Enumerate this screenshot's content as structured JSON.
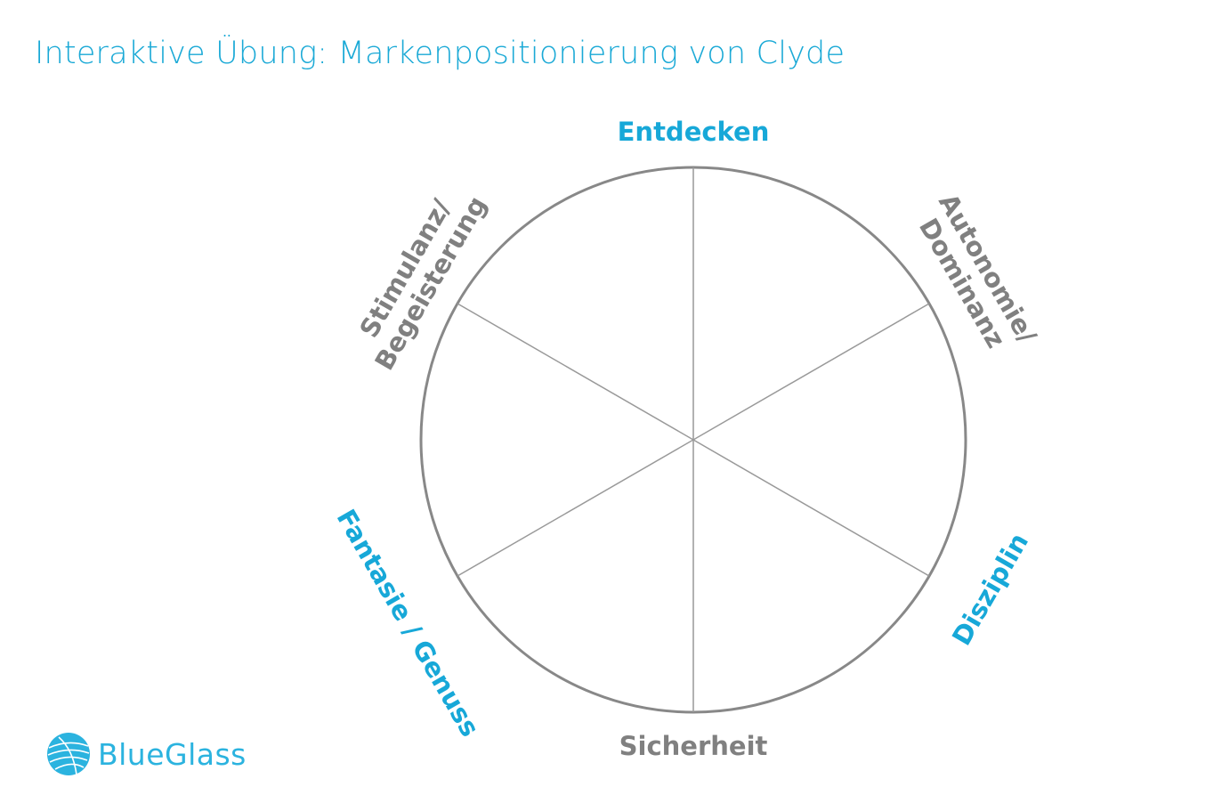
{
  "title": "Interaktive Übung: Markenpositionierung von Clyde",
  "diagram": {
    "labels": {
      "top": "Entdecken",
      "top_right": "Autonomie/\nDominanz",
      "bottom_right": "Disziplin",
      "bottom": "Sicherheit",
      "bottom_left": "Fantasie / Genuss",
      "top_left": "Stimulanz/\nBegeisterung"
    },
    "segments": 6
  },
  "logo": {
    "text": "BlueGlass"
  },
  "colors": {
    "accent": "#17a8d8",
    "grey": "#808080",
    "circle": "#888888",
    "spoke": "#999999"
  }
}
